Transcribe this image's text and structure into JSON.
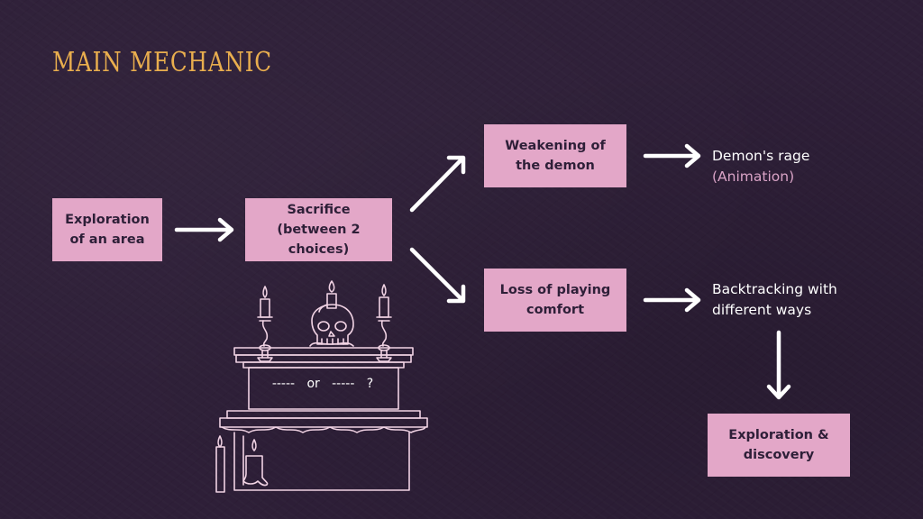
{
  "slide": {
    "title": "MAIN MECHANIC"
  },
  "boxes": {
    "exploration_area": [
      "Exploration",
      "of an area"
    ],
    "sacrifice": [
      "Sacrifice",
      "(between 2 choices)"
    ],
    "weakening": [
      "Weakening of",
      "the demon"
    ],
    "loss_comfort": [
      "Loss of playing",
      "comfort"
    ],
    "exploration_discovery": [
      "Exploration &",
      "discovery"
    ]
  },
  "outcomes": {
    "demons_rage": "Demon's rage",
    "animation_note": "(Animation)",
    "backtracking": [
      "Backtracking with",
      "different ways"
    ]
  },
  "altar": {
    "choice_text": "-----   or   -----   ?"
  },
  "colors": {
    "background": "#2e1f38",
    "box_fill": "#e3a7c8",
    "title": "#e9ae4e",
    "accent_text": "#d9a3c6",
    "arrow": "#ffffff",
    "line_art": "#f1d3e4"
  }
}
